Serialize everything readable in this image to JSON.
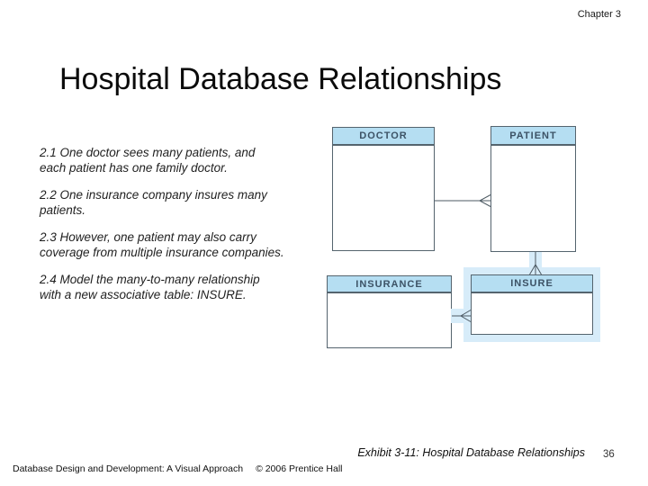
{
  "slide": {
    "chapter_label": "Chapter 3",
    "title": "Hospital Database Relationships",
    "notes": [
      {
        "text": "2.1 One doctor sees many patients, and\neach patient has one family doctor."
      },
      {
        "text": "2.2 One insurance company insures many\npatients."
      },
      {
        "text": "2.3 However, one patient may also carry\ncoverage from multiple insurance companies."
      },
      {
        "text": "2.4 Model the many-to-many relationship\nwith a new associative table: INSURE."
      }
    ],
    "footer": {
      "exhibit_caption": "Exhibit 3-11: Hospital Database Relationships",
      "page_number": "36",
      "book_credit": "Database Design and Development: A Visual Approach",
      "copyright": "© 2006 Prentice Hall"
    }
  },
  "diagram": {
    "entities": [
      {
        "name": "DOCTOR",
        "highlighted": false
      },
      {
        "name": "PATIENT",
        "highlighted": false
      },
      {
        "name": "INSURANCE",
        "highlighted": false
      },
      {
        "name": "INSURE",
        "highlighted": true
      }
    ],
    "relationships": [
      {
        "from": "DOCTOR",
        "to": "PATIENT",
        "cardinality": "one-to-many",
        "many_end": "PATIENT"
      },
      {
        "from": "PATIENT",
        "to": "INSURE",
        "cardinality": "one-to-many",
        "many_end": "INSURE"
      },
      {
        "from": "INSURANCE",
        "to": "INSURE",
        "cardinality": "one-to-many",
        "many_end": "INSURE"
      }
    ],
    "colors": {
      "header_fill": "#b5def2",
      "highlight_halo": "#d7ecf9",
      "box_border": "#55646e",
      "label_text": "#3c5265",
      "relationship_line": "#4d5a63"
    }
  }
}
